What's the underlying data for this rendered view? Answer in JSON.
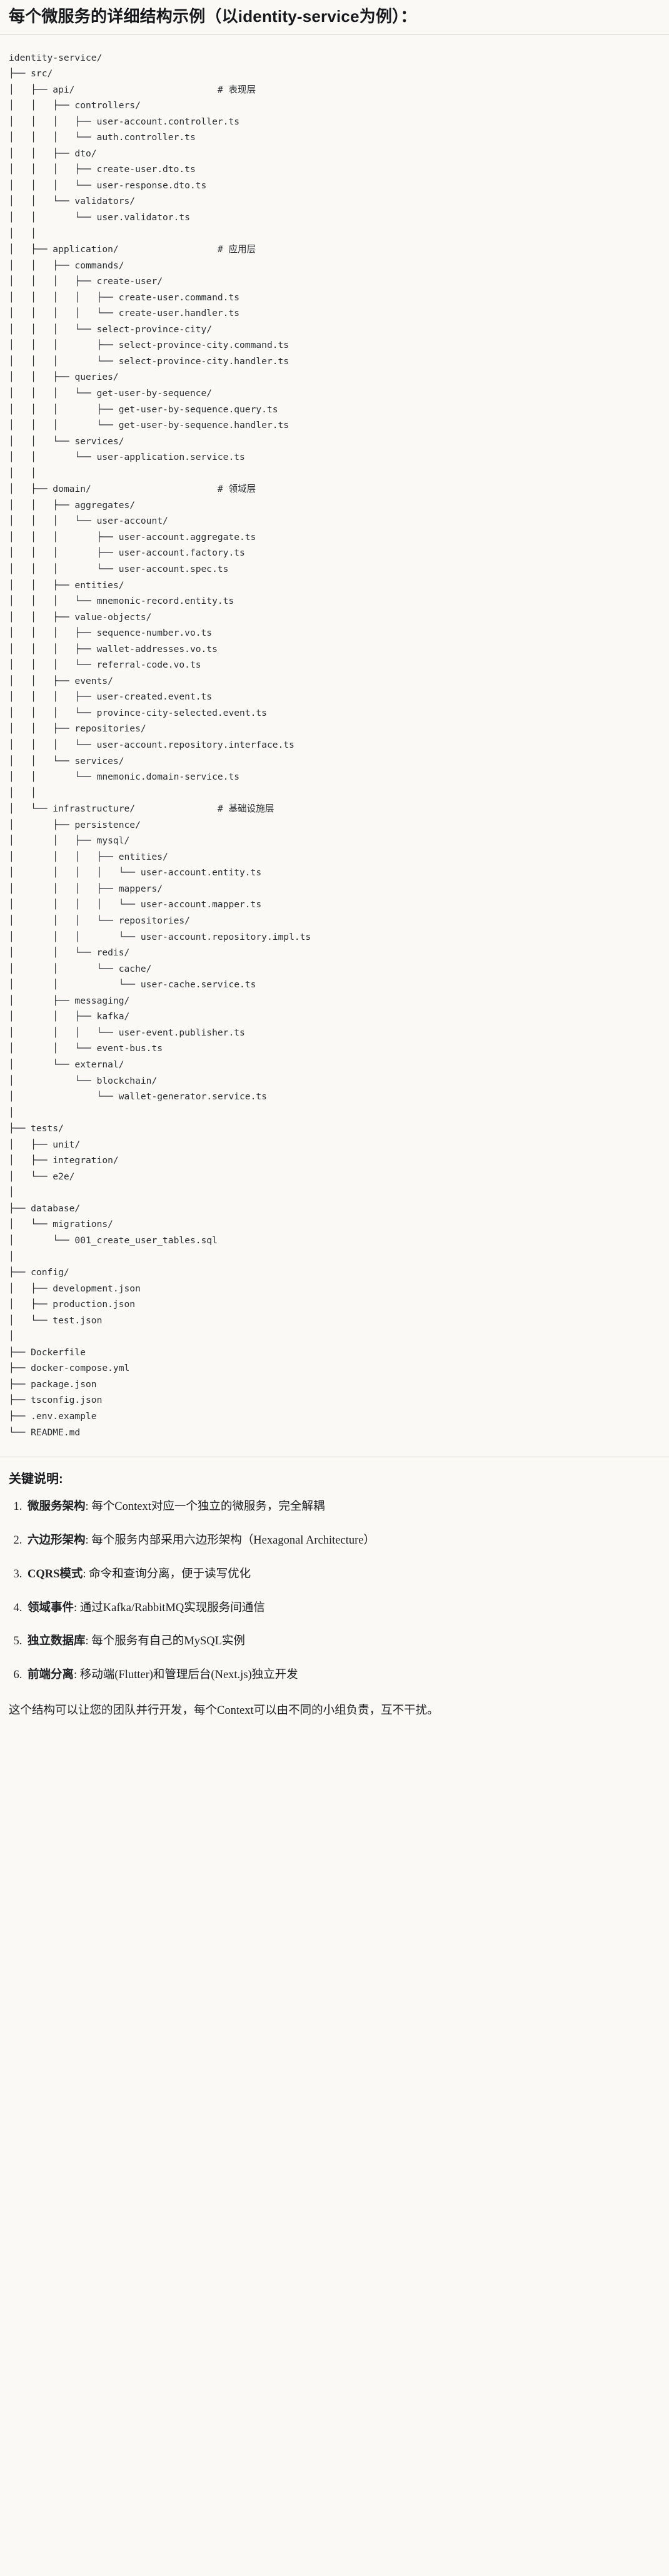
{
  "document": {
    "title": "每个微服务的详细结构示例（以identity-service为例）：",
    "tree_text": "identity-service/\n├── src/\n│   ├── api/                          # 表现层\n│   │   ├── controllers/\n│   │   │   ├── user-account.controller.ts\n│   │   │   └── auth.controller.ts\n│   │   ├── dto/\n│   │   │   ├── create-user.dto.ts\n│   │   │   └── user-response.dto.ts\n│   │   └── validators/\n│   │       └── user.validator.ts\n│   │\n│   ├── application/                  # 应用层\n│   │   ├── commands/\n│   │   │   ├── create-user/\n│   │   │   │   ├── create-user.command.ts\n│   │   │   │   └── create-user.handler.ts\n│   │   │   └── select-province-city/\n│   │   │       ├── select-province-city.command.ts\n│   │   │       └── select-province-city.handler.ts\n│   │   ├── queries/\n│   │   │   └── get-user-by-sequence/\n│   │   │       ├── get-user-by-sequence.query.ts\n│   │   │       └── get-user-by-sequence.handler.ts\n│   │   └── services/\n│   │       └── user-application.service.ts\n│   │\n│   ├── domain/                       # 领域层\n│   │   ├── aggregates/\n│   │   │   └── user-account/\n│   │   │       ├── user-account.aggregate.ts\n│   │   │       ├── user-account.factory.ts\n│   │   │       └── user-account.spec.ts\n│   │   ├── entities/\n│   │   │   └── mnemonic-record.entity.ts\n│   │   ├── value-objects/\n│   │   │   ├── sequence-number.vo.ts\n│   │   │   ├── wallet-addresses.vo.ts\n│   │   │   └── referral-code.vo.ts\n│   │   ├── events/\n│   │   │   ├── user-created.event.ts\n│   │   │   └── province-city-selected.event.ts\n│   │   ├── repositories/\n│   │   │   └── user-account.repository.interface.ts\n│   │   └── services/\n│   │       └── mnemonic.domain-service.ts\n│   │\n│   └── infrastructure/               # 基础设施层\n│       ├── persistence/\n│       │   ├── mysql/\n│       │   │   ├── entities/\n│       │   │   │   └── user-account.entity.ts\n│       │   │   ├── mappers/\n│       │   │   │   └── user-account.mapper.ts\n│       │   │   └── repositories/\n│       │   │       └── user-account.repository.impl.ts\n│       │   └── redis/\n│       │       └── cache/\n│       │           └── user-cache.service.ts\n│       ├── messaging/\n│       │   ├── kafka/\n│       │   │   └── user-event.publisher.ts\n│       │   └── event-bus.ts\n│       └── external/\n│           └── blockchain/\n│               └── wallet-generator.service.ts\n│\n├── tests/\n│   ├── unit/\n│   ├── integration/\n│   └── e2e/\n│\n├── database/\n│   └── migrations/\n│       └── 001_create_user_tables.sql\n│\n├── config/\n│   ├── development.json\n│   ├── production.json\n│   └── test.json\n│\n├── Dockerfile\n├── docker-compose.yml\n├── package.json\n├── tsconfig.json\n├── .env.example\n└── README.md",
    "tree_root": "identity-service/",
    "layer_comments": [
      "# 表现层",
      "# 应用层",
      "# 领域层",
      "# 基础设施层"
    ]
  },
  "keypoints": {
    "title": "关键说明:",
    "items": [
      {
        "term": "微服务架构",
        "sep": ":",
        "desc": "每个Context对应一个独立的微服务，完全解耦"
      },
      {
        "term": "六边形架构",
        "sep": ":",
        "desc": "每个服务内部采用六边形架构（Hexagonal Architecture）"
      },
      {
        "term": "CQRS模式",
        "sep": ":",
        "desc": "命令和查询分离，便于读写优化"
      },
      {
        "term": "领域事件",
        "sep": ":",
        "desc": "通过Kafka/RabbitMQ实现服务间通信"
      },
      {
        "term": "独立数据库",
        "sep": ":",
        "desc": "每个服务有自己的MySQL实例"
      },
      {
        "term": "前端分离",
        "sep": ":",
        "desc": "移动端(Flutter)和管理后台(Next.js)独立开发"
      }
    ],
    "closing": "这个结构可以让您的团队并行开发，每个Context可以由不同的小组负责，互不干扰。"
  },
  "colors": {
    "background": "#faf9f6",
    "text": "#1f2023",
    "code_text": "#2b2f33",
    "rule": "#dedbd4"
  }
}
